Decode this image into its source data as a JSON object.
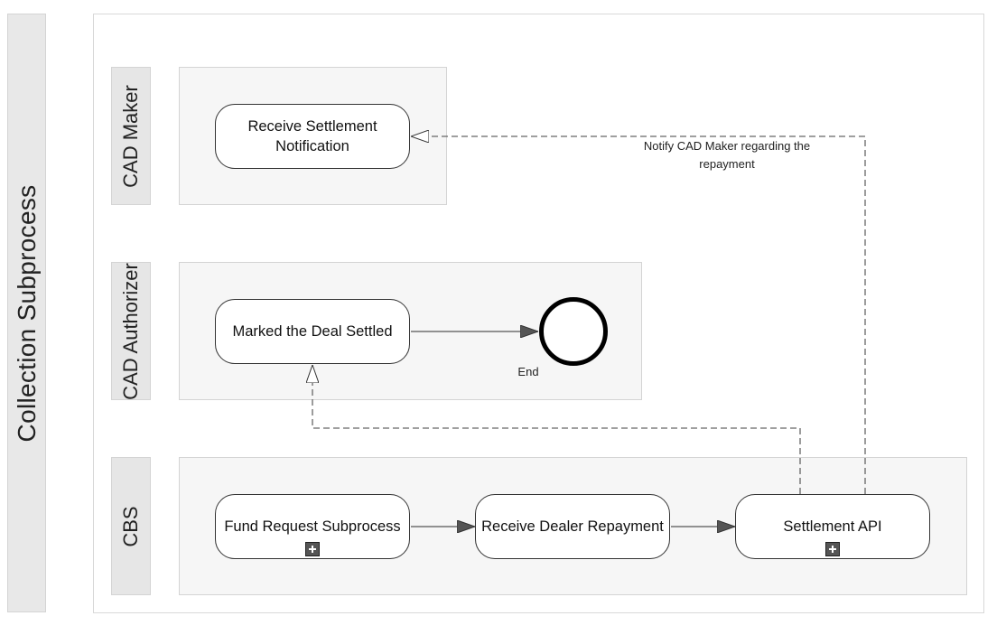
{
  "pool": {
    "title": "Collection Subprocess"
  },
  "lanes": [
    {
      "id": "cad-maker",
      "title": "CAD Maker"
    },
    {
      "id": "cad-authorizer",
      "title": "CAD Authorizer"
    },
    {
      "id": "cbs",
      "title": "CBS"
    }
  ],
  "tasks": {
    "receive_settlement": {
      "line1": "Receive Settlement",
      "line2": "Notification"
    },
    "marked_deal_settled": "Marked the Deal Settled",
    "fund_request": "Fund Request Subprocess",
    "receive_dealer_repayment": "Receive Dealer Repayment",
    "settlement_api": "Settlement API"
  },
  "events": {
    "end_label": "End"
  },
  "flows": {
    "notify_label_line1": "Notify CAD Maker regarding the",
    "notify_label_line2": "repayment"
  },
  "colors": {
    "stroke": "#333333",
    "lane_fill": "#f6f6f6",
    "header_fill": "#e6e6e6"
  }
}
